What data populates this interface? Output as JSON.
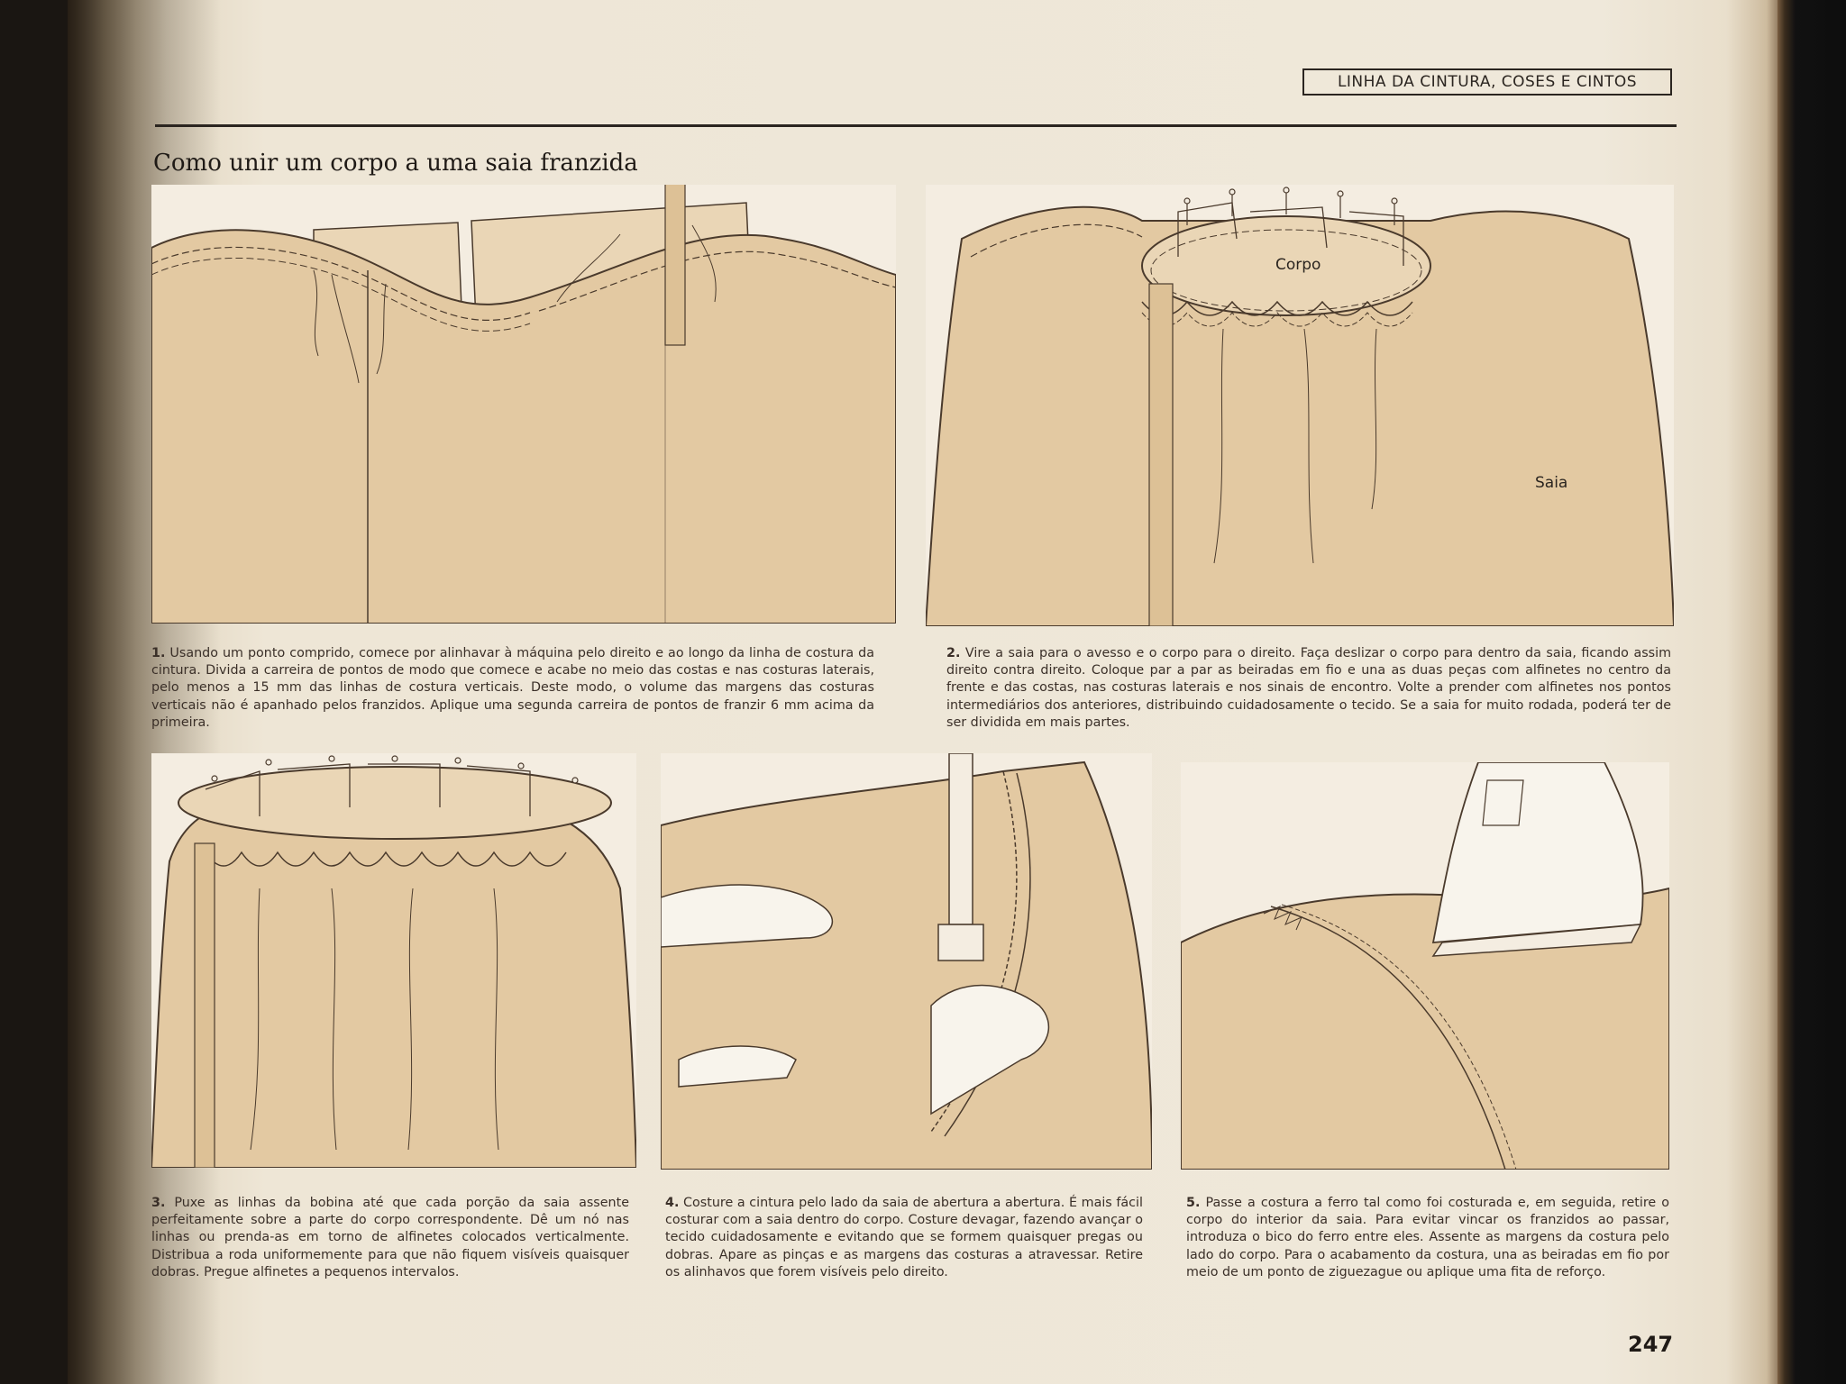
{
  "header": {
    "section_label": "LINHA DA CINTURA, COSES E CINTOS"
  },
  "title": "Como unir um corpo a uma saia franzida",
  "figure_labels": {
    "corpo": "Corpo",
    "saia": "Saia"
  },
  "steps": [
    {
      "number": "1.",
      "text": "Usando um ponto comprido, comece por alinhavar à máquina pelo direito e ao longo da linha de costura da cintura. Divida a carreira de pontos de modo que comece e acabe no meio das costas e nas costuras laterais, pelo menos a 15 mm das linhas de costura verticais. Deste modo, o volume das margens das costuras verticais não é apanhado pelos franzidos. Aplique uma segunda carreira de pontos de franzir 6 mm acima da primeira."
    },
    {
      "number": "2.",
      "text": "Vire a saia para o avesso e o corpo para o direito. Faça deslizar o corpo para dentro da saia, ficando assim direito contra direito. Coloque par a par as beiradas em fio e una as duas peças com alfinetes no centro da frente e das costas, nas costuras laterais e nos sinais de encontro. Volte a prender com alfinetes nos pontos intermediários dos anteriores, distribuindo cuidadosamente o tecido. Se a saia for muito rodada, poderá ter de ser dividida em mais partes."
    },
    {
      "number": "3.",
      "text": "Puxe as linhas da bobina até que cada porção da saia assente perfeitamente sobre a parte do corpo correspondente. Dê um nó nas linhas ou prenda-as em torno de alfinetes colocados verticalmente. Distribua a roda uniformemente para que não fiquem visíveis quaisquer dobras. Pregue alfinetes a pequenos intervalos."
    },
    {
      "number": "4.",
      "text": "Costure a cintura pelo lado da saia de abertura a abertura. É mais fácil costurar com a saia dentro do corpo. Costure devagar, fazendo avançar o tecido cuidadosamente e evitando que se formem quaisquer pregas ou dobras. Apare as pinças e as margens das costuras a atravessar. Retire os alinhavos que forem visíveis pelo direito."
    },
    {
      "number": "5.",
      "text": "Passe a costura a ferro tal como foi costurada e, em seguida, retire o corpo do interior da saia. Para evitar vincar os franzidos ao passar, introduza o bico do ferro entre eles. Assente as margens da costura pelo lado do corpo. Para o acabamento da costura, una as beiradas em fio por meio de um ponto de ziguezague ou aplique uma fita de reforço."
    }
  ],
  "page_number": "247",
  "colors": {
    "fabric": "#e3c9a2",
    "fabric_dark": "#d7b98d",
    "ink": "#4a3a2c",
    "paper": "#efe8da"
  }
}
